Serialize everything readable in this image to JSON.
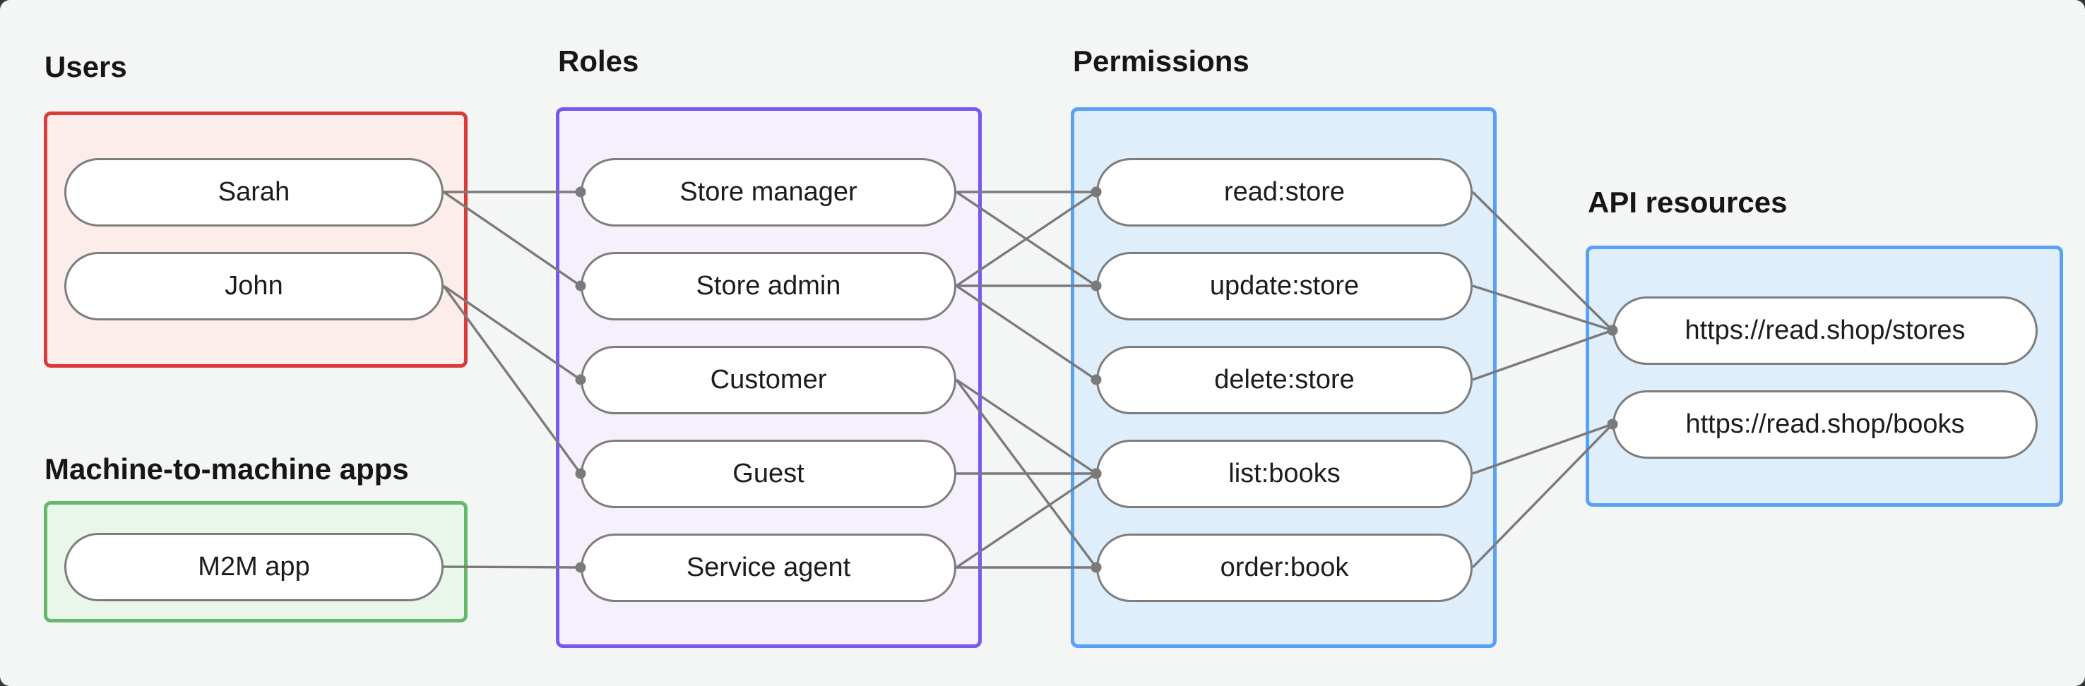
{
  "canvas": {
    "background": "#f4f6f5",
    "outside_background": "#333a35"
  },
  "diagram": {
    "node_fill_color": "#ffffff",
    "node_border_color": "#7d7d7d",
    "edge_color": "#7a7a7a",
    "text_color": "#1c1c1c",
    "groups": [
      {
        "id": "users",
        "label": "Users",
        "border_color": "#d93b3b",
        "fill_color": "#fcecea",
        "nodes": [
          {
            "id": "sarah",
            "label": "Sarah"
          },
          {
            "id": "john",
            "label": "John"
          }
        ]
      },
      {
        "id": "m2m",
        "label": "Machine-to-machine apps",
        "border_color": "#66b96a",
        "fill_color": "#e9f6ea",
        "nodes": [
          {
            "id": "m2m-app",
            "label": "M2M app"
          }
        ]
      },
      {
        "id": "roles",
        "label": "Roles",
        "border_color": "#7b57f2",
        "fill_color": "#f5f0fc",
        "nodes": [
          {
            "id": "store-manager",
            "label": "Store manager"
          },
          {
            "id": "store-admin",
            "label": "Store admin"
          },
          {
            "id": "customer",
            "label": "Customer"
          },
          {
            "id": "guest",
            "label": "Guest"
          },
          {
            "id": "service-agent",
            "label": "Service agent"
          }
        ]
      },
      {
        "id": "permissions",
        "label": "Permissions",
        "border_color": "#59a1f7",
        "fill_color": "#deeefb",
        "nodes": [
          {
            "id": "read-store",
            "label": "read:store"
          },
          {
            "id": "update-store",
            "label": "update:store"
          },
          {
            "id": "delete-store",
            "label": "delete:store"
          },
          {
            "id": "list-books",
            "label": "list:books"
          },
          {
            "id": "order-book",
            "label": "order:book"
          }
        ]
      },
      {
        "id": "api",
        "label": "API resources",
        "border_color": "#59a1f7",
        "fill_color": "#deeefb",
        "nodes": [
          {
            "id": "stores",
            "label": "https://read.shop/stores"
          },
          {
            "id": "books",
            "label": "https://read.shop/books"
          }
        ]
      }
    ],
    "edges": [
      {
        "from": "sarah",
        "to": "store-manager"
      },
      {
        "from": "sarah",
        "to": "store-admin"
      },
      {
        "from": "john",
        "to": "customer"
      },
      {
        "from": "john",
        "to": "guest"
      },
      {
        "from": "m2m-app",
        "to": "service-agent"
      },
      {
        "from": "store-manager",
        "to": "read-store"
      },
      {
        "from": "store-manager",
        "to": "update-store"
      },
      {
        "from": "store-admin",
        "to": "read-store"
      },
      {
        "from": "store-admin",
        "to": "update-store"
      },
      {
        "from": "store-admin",
        "to": "delete-store"
      },
      {
        "from": "customer",
        "to": "list-books"
      },
      {
        "from": "customer",
        "to": "order-book"
      },
      {
        "from": "guest",
        "to": "list-books"
      },
      {
        "from": "service-agent",
        "to": "list-books"
      },
      {
        "from": "service-agent",
        "to": "order-book"
      },
      {
        "from": "read-store",
        "to": "stores"
      },
      {
        "from": "update-store",
        "to": "stores"
      },
      {
        "from": "delete-store",
        "to": "stores"
      },
      {
        "from": "list-books",
        "to": "books"
      },
      {
        "from": "order-book",
        "to": "books"
      }
    ]
  }
}
